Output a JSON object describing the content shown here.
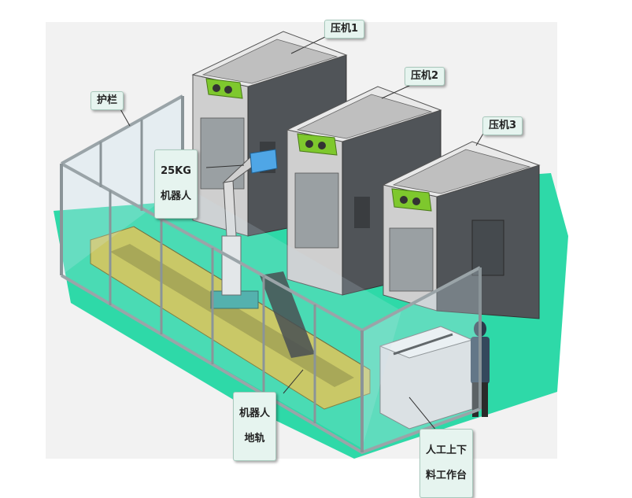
{
  "labels": {
    "press1": "压机1",
    "press2": "压机2",
    "press3": "压机3",
    "fence": "护栏",
    "robot_line1": "25KG",
    "robot_line2": "机器人",
    "rail_line1": "机器人",
    "rail_line2": "地轨",
    "station_line1": "人工上下",
    "station_line2": "料工作台"
  },
  "colors": {
    "floor": "#2ed9a8",
    "press_light": "#cfcfcf",
    "press_dark": "#505458",
    "press_top": "#e9e9e9",
    "fence_frame": "#9aa4a8",
    "rail_yellow": "#c9c24a",
    "gripper_green": "#7ec82d",
    "robot_blue": "#4fa6e6"
  }
}
